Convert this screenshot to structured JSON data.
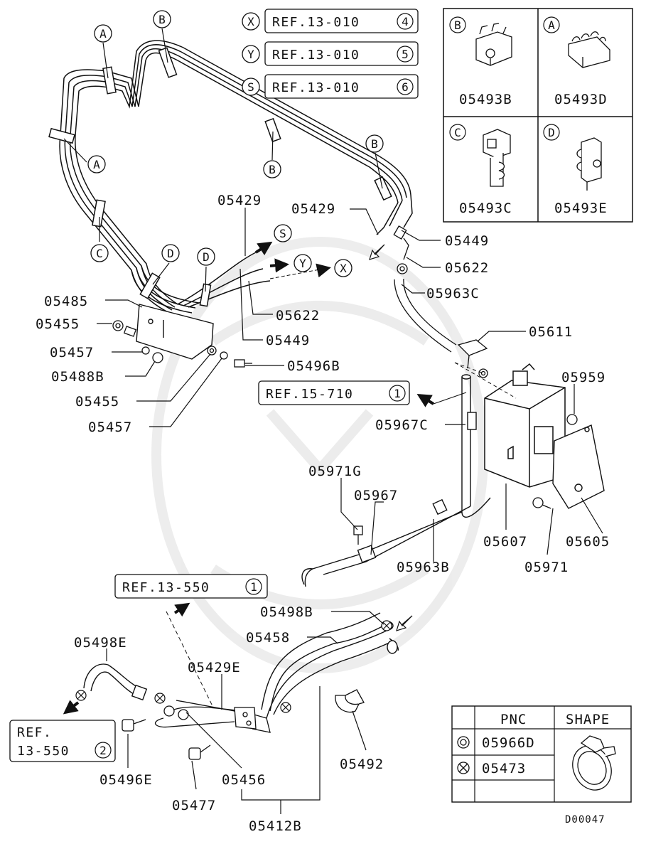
{
  "refs": {
    "x_label": "REF.13-010",
    "x_num": "4",
    "y_label": "REF.13-010",
    "y_num": "5",
    "s_label": "REF.13-010",
    "s_num": "6",
    "r15_label": "REF.15-710",
    "r15_num": "1",
    "r13550_label": "REF.13-550",
    "r13550_num": "1",
    "r13550b_line1": "REF.",
    "r13550b_line2": "13-550",
    "r13550b_num": "2"
  },
  "markers": {
    "x": "X",
    "y": "Y",
    "s": "S",
    "a": "A",
    "b": "B",
    "c": "C",
    "d": "D"
  },
  "clip_box": {
    "b_letter": "B",
    "b_part": "05493B",
    "a_letter": "A",
    "a_part": "05493D",
    "c_letter": "C",
    "c_part": "05493C",
    "d_letter": "D",
    "d_part": "05493E"
  },
  "parts": {
    "p05429_top": "05429",
    "p05429_right": "05429",
    "p05449_right": "05449",
    "p05622_right": "05622",
    "p05963c": "05963C",
    "p05485": "05485",
    "p05455_a": "05455",
    "p05457_a": "05457",
    "p05488b": "05488B",
    "p05622_mid": "05622",
    "p05449_mid": "05449",
    "p05496b": "05496B",
    "p05455_b": "05455",
    "p05457_b": "05457",
    "p05611": "05611",
    "p05959": "05959",
    "p05967c": "05967C",
    "p05971g": "05971G",
    "p05967": "05967",
    "p05607": "05607",
    "p05605": "05605",
    "p05963b": "05963B",
    "p05971": "05971",
    "p05498b": "05498B",
    "p05458": "05458",
    "p05498e": "05498E",
    "p05429e": "05429E",
    "p05496e": "05496E",
    "p05456": "05456",
    "p05477": "05477",
    "p05492": "05492",
    "p05412b": "05412B"
  },
  "legend": {
    "col_pnc": "PNC",
    "col_shape": "SHAPE",
    "row1_pnc": "05966D",
    "row2_pnc": "05473"
  },
  "diagram_code": "D00047"
}
